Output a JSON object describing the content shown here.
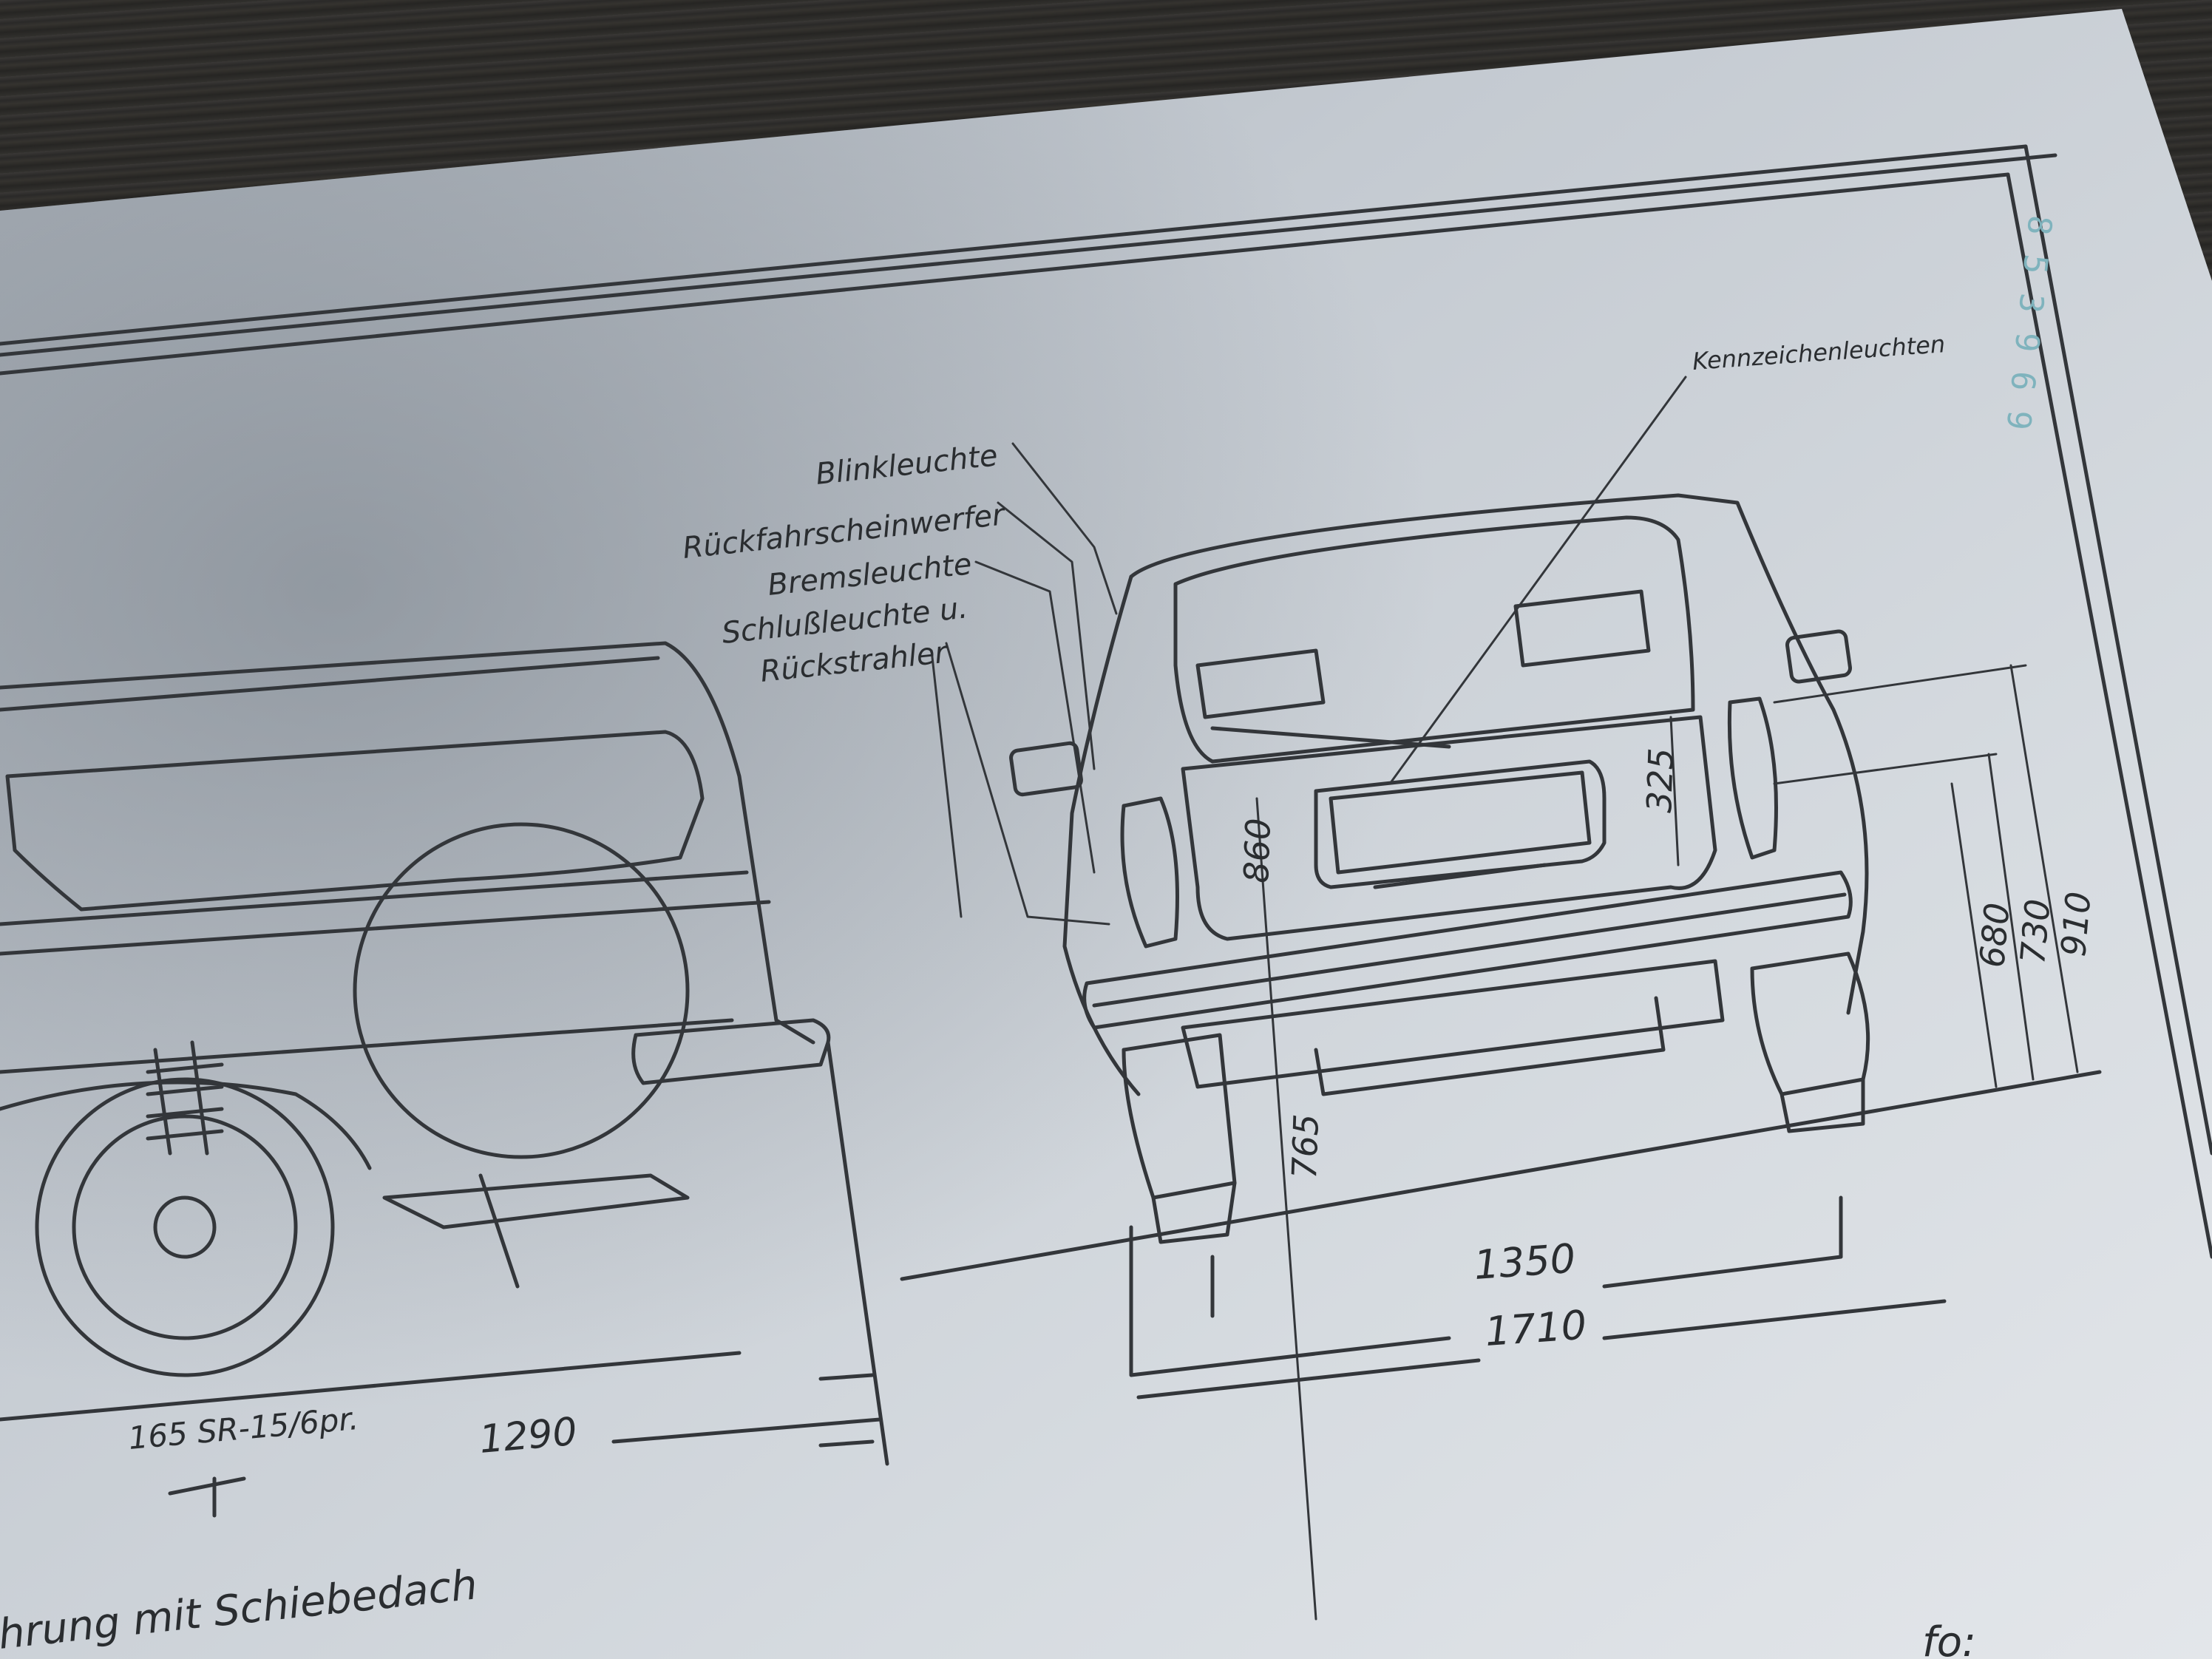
{
  "sheet_code": "8 5 3 9 6 9",
  "rear_view_labels": {
    "blinkleuchte": "Blinkleuchte",
    "rueckfahrscheinwerfer": "Rückfahrscheinwerfer",
    "bremsleuchte": "Bremsleuchte",
    "schlussleuchte": "Schlußleuchte u.",
    "rueckstrahler": "Rückstrahler",
    "kennzeichenleuchten": "Kennzeichenleuchten"
  },
  "dimensions": {
    "d860": "860",
    "d325": "325",
    "d765": "765",
    "d680": "680",
    "d730": "730",
    "d910": "910",
    "d1350": "1350",
    "d1710": "1710",
    "d1290": "1290",
    "tire": "165 SR-15/6pr."
  },
  "caption_bottom": "hrung mit Schiebedach",
  "caption_corner": "fo:"
}
